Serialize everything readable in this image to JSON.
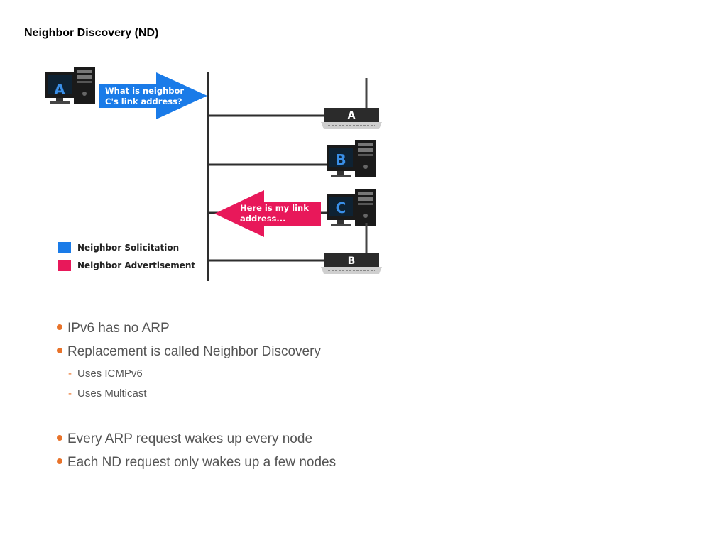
{
  "page": {
    "title": "Neighbor Discovery (ND)"
  },
  "diagram": {
    "request_text": [
      "What is neighbor",
      "C's link address?"
    ],
    "reply_text": [
      "Here is my link",
      "address..."
    ],
    "source_pc_label": "A",
    "nodes": [
      {
        "kind": "router",
        "label": "A"
      },
      {
        "kind": "computer",
        "label": "B"
      },
      {
        "kind": "computer",
        "label": "C"
      },
      {
        "kind": "router",
        "label": "B"
      }
    ],
    "legend": [
      {
        "label": "Neighbor Solicitation",
        "color": "#1a7be8"
      },
      {
        "label": "Neighbor Advertisement",
        "color": "#e8185a"
      }
    ],
    "colors": {
      "solicitation": "#1a7be8",
      "advertisement": "#e8185a",
      "bullet": "#e8732a"
    }
  },
  "bullets": [
    {
      "text": "IPv6 has no ARP"
    },
    {
      "text": "Replacement is called Neighbor Discovery"
    },
    {
      "text": "Uses ICMPv6"
    },
    {
      "text": "Uses Multicast"
    },
    {
      "text": "Every ARP request wakes up every node"
    },
    {
      "text": "Each ND request only wakes up a few nodes"
    }
  ]
}
